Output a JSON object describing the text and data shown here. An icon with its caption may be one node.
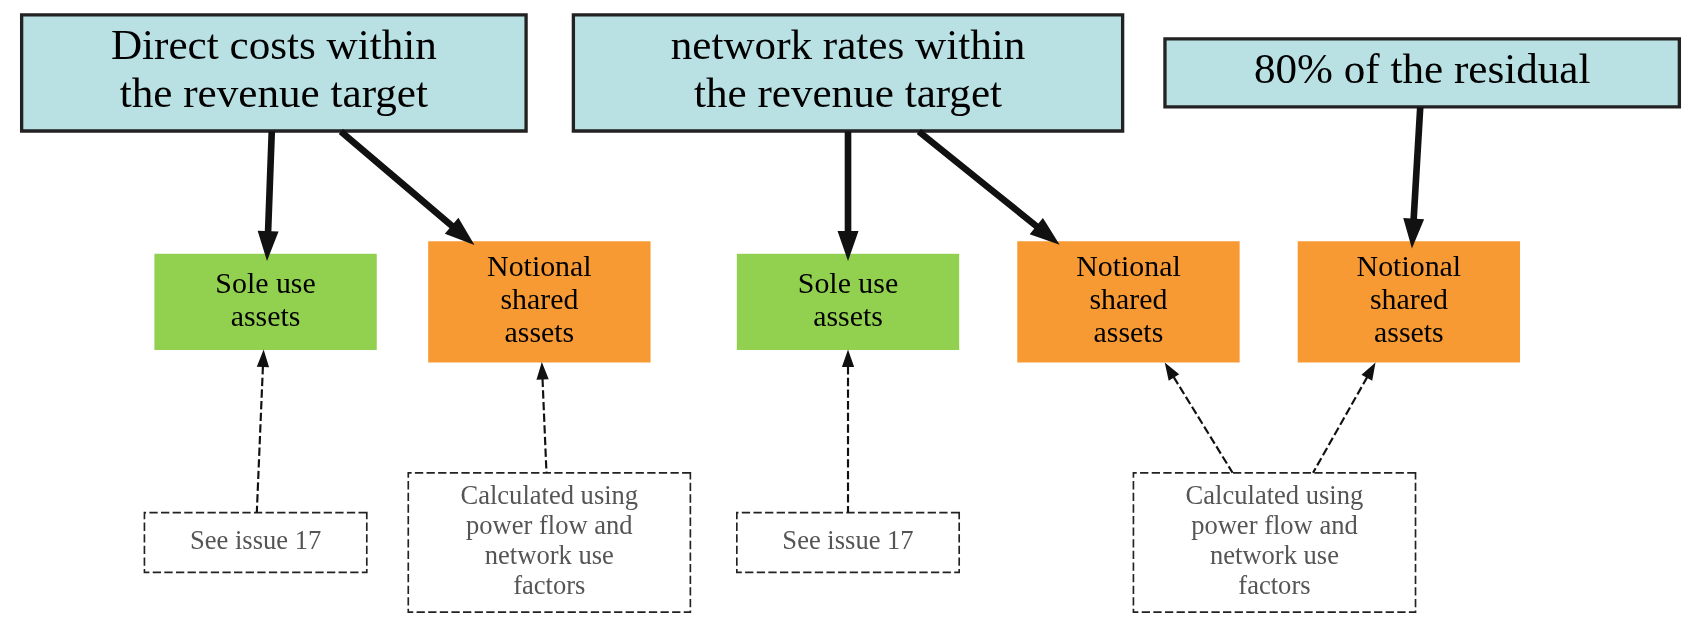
{
  "diagram": {
    "nodes": [
      {
        "text": [
          "Direct costs within the revenue target"
        ]
      },
      {
        "text": [
          "network rates within the revenue target"
        ]
      },
      {
        "text": [
          "80% of the residual"
        ]
      },
      {
        "text": [
          "Sole use assets"
        ]
      },
      {
        "text": [
          "Notional shared assets"
        ]
      },
      {
        "text": [
          "Sole use assets"
        ]
      },
      {
        "text": [
          "Notional shared assets"
        ]
      },
      {
        "text": [
          "Notional shared assets"
        ]
      },
      {
        "text": [
          "See issue 17"
        ]
      },
      {
        "text": [
          "Calculated using power flow and network use factors"
        ]
      },
      {
        "text": [
          "See issue 17"
        ]
      },
      {
        "text": [
          "Calculated using power flow and network use factors"
        ]
      }
    ],
    "edges": [
      {
        "from": 0,
        "to": 3,
        "arrow": "to",
        "style": "thick"
      },
      {
        "from": 0,
        "to": 4,
        "arrow": "to",
        "style": "thick"
      },
      {
        "from": 1,
        "to": 5,
        "arrow": "to",
        "style": "thick"
      },
      {
        "from": 1,
        "to": 6,
        "arrow": "to",
        "style": "thick"
      },
      {
        "from": 2,
        "to": 7,
        "arrow": "to",
        "style": "thick"
      },
      {
        "from": 8,
        "to": 3,
        "arrow": "to",
        "style": "dashed"
      },
      {
        "from": 9,
        "to": 4,
        "arrow": "to",
        "style": "dashed"
      },
      {
        "from": 10,
        "to": 5,
        "arrow": "to",
        "style": "dashed"
      },
      {
        "from": 11,
        "to": 6,
        "arrow": "to",
        "style": "dashed"
      },
      {
        "from": 11,
        "to": 7,
        "arrow": "to",
        "style": "dashed"
      }
    ]
  }
}
